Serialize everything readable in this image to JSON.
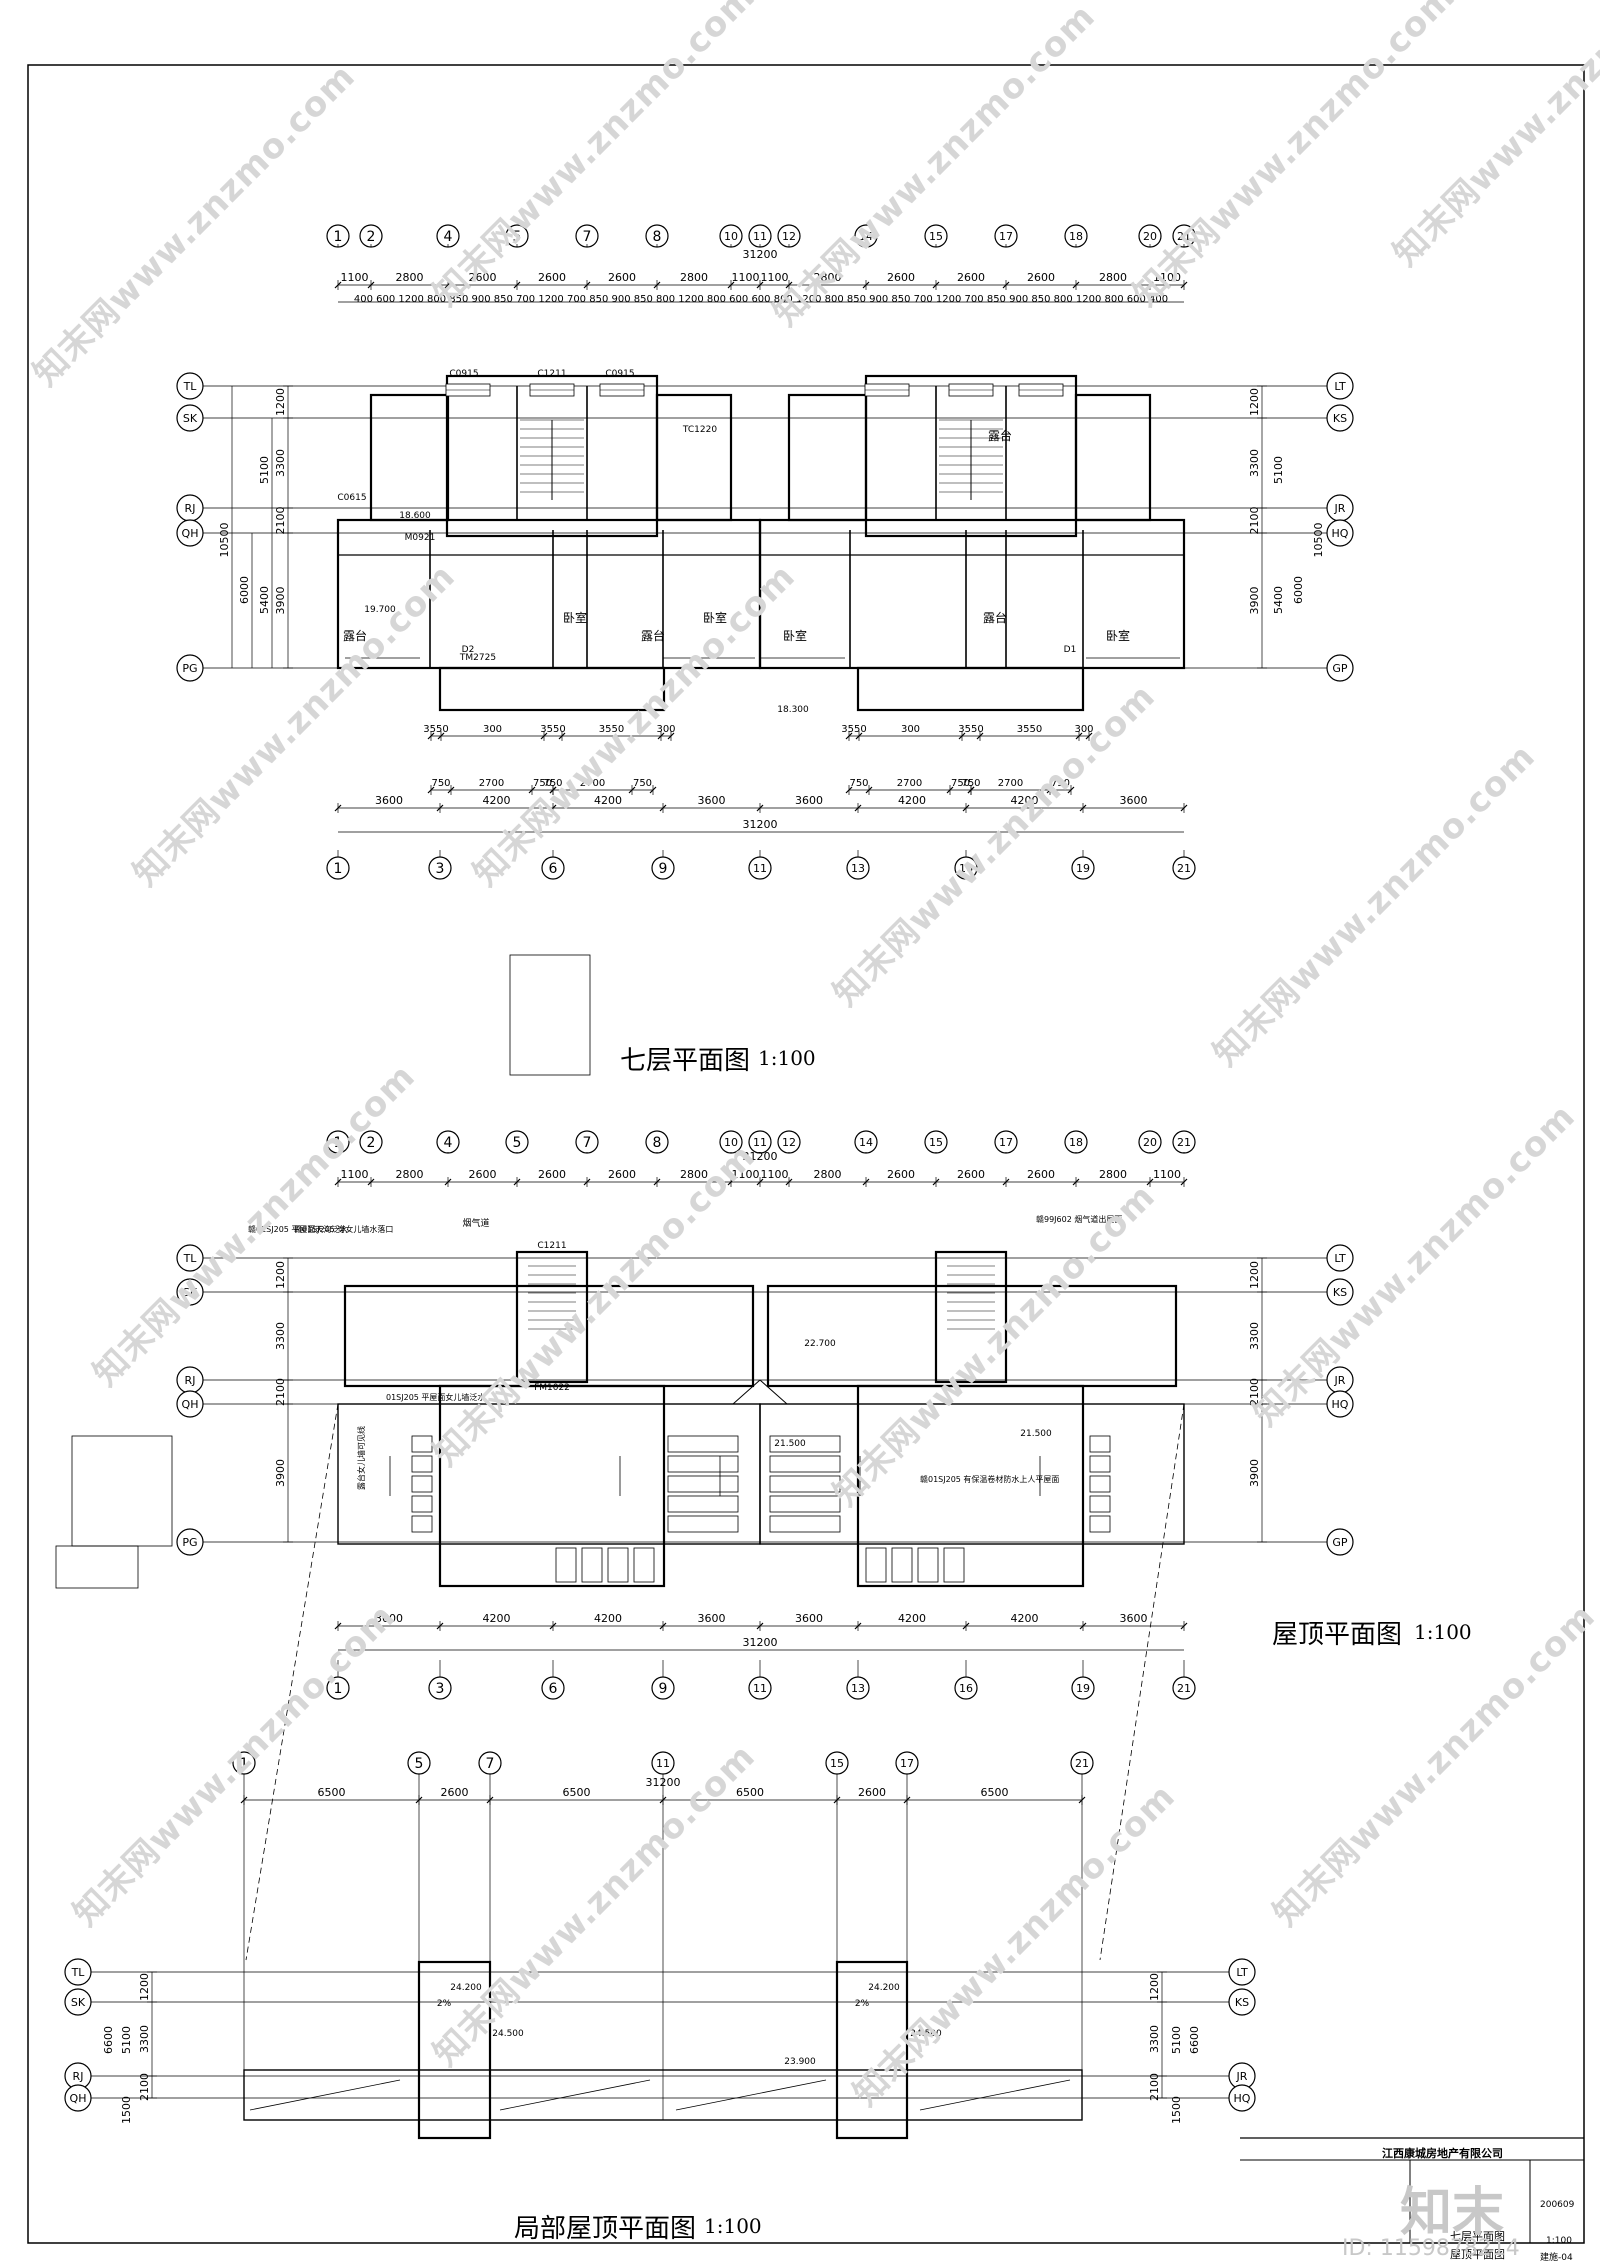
{
  "watermark": "知末网www.znzmo.com",
  "plans": {
    "floor7": {
      "title": "七层平面图",
      "scale": "1:100",
      "top_axes": [
        "1",
        "2",
        "4",
        "5",
        "7",
        "8",
        "10",
        "11",
        "12",
        "14",
        "15",
        "17",
        "18",
        "20",
        "21"
      ],
      "bottom_axes": [
        "1",
        "3",
        "6",
        "9",
        "11",
        "13",
        "16",
        "19",
        "21"
      ],
      "left_axes": [
        "TL",
        "SK",
        "RJ",
        "QH",
        "PG"
      ],
      "right_axes": [
        "LT",
        "KS",
        "JR",
        "HQ",
        "GP"
      ],
      "total": "31200",
      "dims_row1": [
        "1100",
        "2800",
        "2600",
        "2600",
        "2600",
        "2800",
        "1100",
        "1100",
        "2800",
        "2600",
        "2600",
        "2600",
        "2800",
        "1100"
      ],
      "dims_row2": "400 600 1200 800 850 900 850 700 1200 700 850 900 850 800 1200 800 600 600 800 1200 800 850 900 850 700 1200 700 850 900 850 800 1200 800 600 400",
      "dims_bottom1": [
        "3550",
        "300",
        "3550",
        "3550",
        "300",
        "3550"
      ],
      "dims_bottom2": [
        "750",
        "2700",
        "750",
        "750",
        "2700",
        "750",
        "750",
        "2700",
        "750",
        "750",
        "2700",
        "750"
      ],
      "dims_bottom3": [
        "3600",
        "4200",
        "4200",
        "3600",
        "3600",
        "4200",
        "4200",
        "3600"
      ],
      "dims_left_outer": "10500",
      "dims_left_mid": [
        "1200",
        "3300",
        "2100",
        "3900"
      ],
      "dims_left_inner": [
        "5100",
        "5400"
      ],
      "dims_left_6000": "6000",
      "rooms": [
        "卧室",
        "露台",
        "卧室",
        "露台",
        "卧室",
        "露台",
        "卧室",
        "露台"
      ],
      "room_labels_small": [
        "C0915",
        "C1211",
        "C0915",
        "C0615",
        "M0921",
        "TM2725",
        "D2",
        "D1",
        "TC1220"
      ],
      "levels": [
        "18.600",
        "19.700",
        "18.300"
      ]
    },
    "roof": {
      "title": "屋顶平面图",
      "scale": "1:100",
      "top_axes": [
        "1",
        "2",
        "4",
        "5",
        "7",
        "8",
        "10",
        "11",
        "12",
        "14",
        "15",
        "17",
        "18",
        "20",
        "21"
      ],
      "bottom_axes": [
        "1",
        "3",
        "6",
        "9",
        "11",
        "13",
        "16",
        "19",
        "21"
      ],
      "left_axes": [
        "TL",
        "SK",
        "RJ",
        "QH",
        "PG"
      ],
      "right_axes": [
        "LT",
        "KS",
        "JR",
        "HQ",
        "GP"
      ],
      "total": "31200",
      "dims_row1": [
        "1100",
        "2800",
        "2600",
        "2600",
        "2600",
        "2800",
        "1100",
        "1100",
        "2800",
        "2600",
        "2600",
        "2600",
        "2800",
        "1100"
      ],
      "dims_bottom": [
        "3600",
        "4200",
        "4200",
        "3600",
        "3600",
        "4200",
        "4200",
        "3600"
      ],
      "notes": [
        "赣01SJ205 平屋面天沟泛水",
        "赣01SJ205 穿女儿墙水落口",
        "赣99J602 烟气道出屋面",
        "01SJ205 平屋面女儿墙泛水",
        "露台女儿墙可见线",
        "赣01SJ205 有保温卷材防水上人平屋面"
      ],
      "levels": [
        "22.700",
        "21.500",
        "21.500"
      ],
      "labels": [
        "C1211",
        "FM1022",
        "烟气道"
      ]
    },
    "partial_roof": {
      "title": "局部屋顶平面图",
      "scale": "1:100",
      "top_axes": [
        "1",
        "5",
        "7",
        "11",
        "15",
        "17",
        "21"
      ],
      "left_axes": [
        "TL",
        "SK",
        "RJ",
        "QH"
      ],
      "right_axes": [
        "LT",
        "KS",
        "JR",
        "HQ"
      ],
      "total": "31200",
      "dims_top": [
        "6500",
        "2600",
        "6500",
        "6500",
        "2600",
        "6500"
      ],
      "dims_side": [
        "1200",
        "3300",
        "2100",
        "5100",
        "1500",
        "6600"
      ],
      "levels": [
        "24.200",
        "24.500",
        "23.900",
        "24.200",
        "24.500"
      ],
      "slope": "2%"
    }
  },
  "title_block": {
    "company": "江西康城房地产有限公司",
    "number": "200609",
    "drawing_name1": "七层平面图",
    "drawing_name2": "屋顶平面图",
    "scale": "1:100",
    "sheet": "建施-04"
  },
  "logo": {
    "brand": "知末",
    "id": "ID: 1159878214"
  }
}
